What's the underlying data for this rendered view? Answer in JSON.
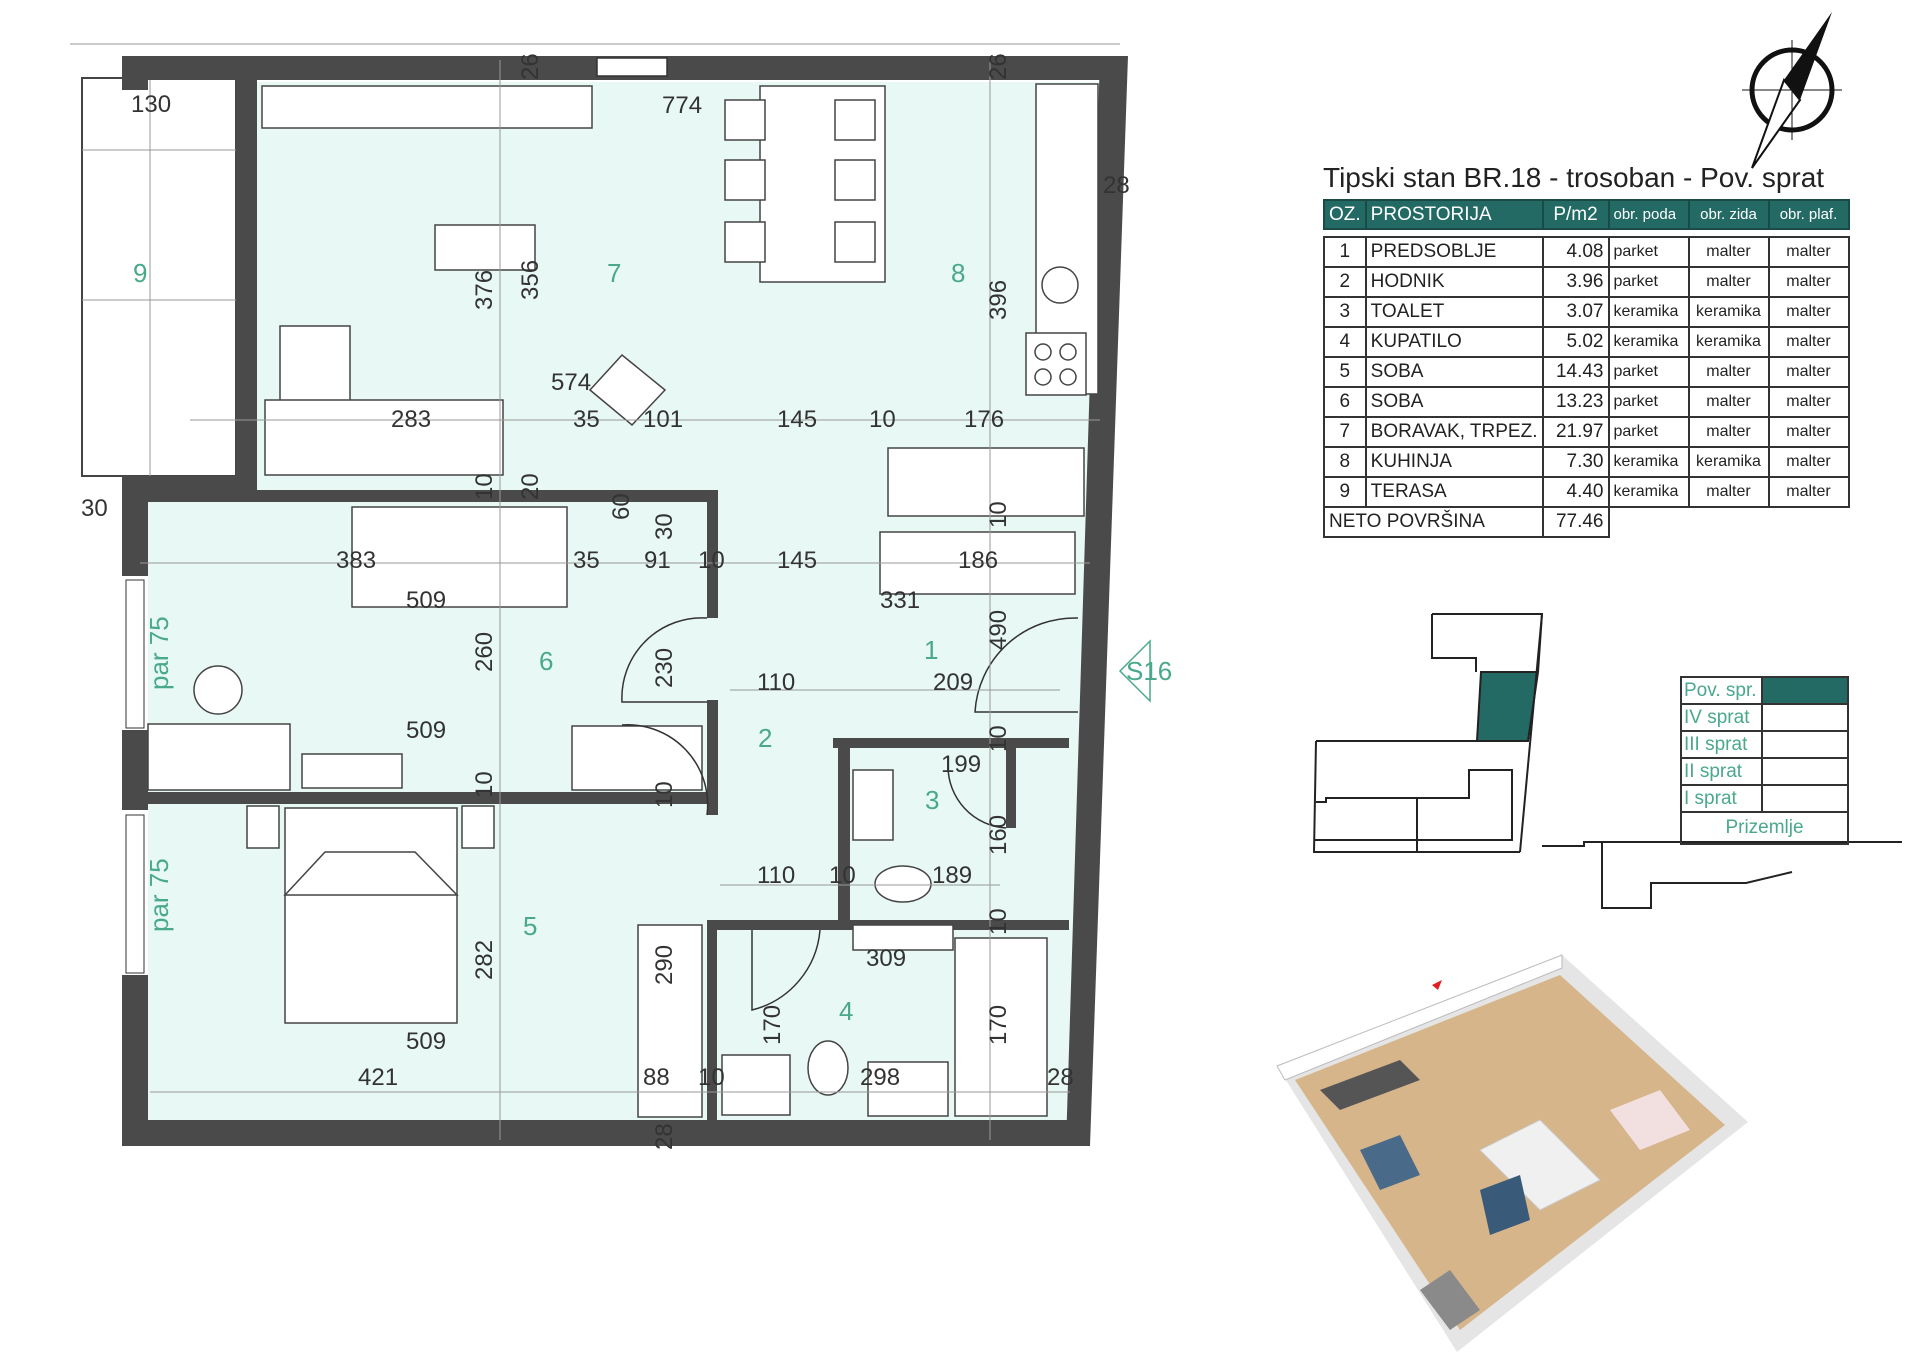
{
  "title": "Tipski stan BR.18 - trosoban - Pov. sprat",
  "table": {
    "headers": [
      "OZ.",
      "PROSTORIJA",
      "P/m2",
      "obr. poda",
      "obr. zida",
      "obr. plaf."
    ],
    "rows": [
      [
        "1",
        "PREDSOBLJE",
        "4.08",
        "parket",
        "malter",
        "malter"
      ],
      [
        "2",
        "HODNIK",
        "3.96",
        "parket",
        "malter",
        "malter"
      ],
      [
        "3",
        "TOALET",
        "3.07",
        "keramika",
        "keramika",
        "malter"
      ],
      [
        "4",
        "KUPATILO",
        "5.02",
        "keramika",
        "keramika",
        "malter"
      ],
      [
        "5",
        "SOBA",
        "14.43",
        "parket",
        "malter",
        "malter"
      ],
      [
        "6",
        "SOBA",
        "13.23",
        "parket",
        "malter",
        "malter"
      ],
      [
        "7",
        "BORAVAK, TRPEZ.",
        "21.97",
        "parket",
        "malter",
        "malter"
      ],
      [
        "8",
        "KUHINJA",
        "7.30",
        "keramika",
        "keramika",
        "malter"
      ],
      [
        "9",
        "TERASA",
        "4.40",
        "keramika",
        "malter",
        "malter"
      ]
    ],
    "total_label": "NETO POVRŠINA",
    "total_value": "77.46"
  },
  "floors": [
    "Pov. spr.",
    "IV sprat",
    "III sprat",
    "II sprat",
    "I sprat",
    "Prizemlje"
  ],
  "current_floor": "Pov. spr.",
  "section_marker": "S16",
  "room_numbers": [
    "1",
    "2",
    "3",
    "4",
    "5",
    "6",
    "7",
    "8",
    "9"
  ],
  "window_labels": [
    "par 75",
    "par 75"
  ],
  "dims": [
    "130",
    "774",
    "26",
    "26",
    "28",
    "376",
    "356",
    "396",
    "574",
    "283",
    "35",
    "101",
    "145",
    "10",
    "176",
    "30",
    "20",
    "60",
    "30",
    "10",
    "10",
    "383",
    "35",
    "91",
    "10",
    "145",
    "186",
    "509",
    "331",
    "490",
    "260",
    "230",
    "110",
    "209",
    "509",
    "10",
    "199",
    "10",
    "10",
    "160",
    "110",
    "10",
    "189",
    "282",
    "290",
    "10",
    "309",
    "509",
    "170",
    "170",
    "421",
    "88",
    "10",
    "298",
    "28",
    "28"
  ],
  "colors": {
    "accent": "#236a65",
    "room_fill": "#e8f8f4",
    "label": "#4aa88c"
  }
}
